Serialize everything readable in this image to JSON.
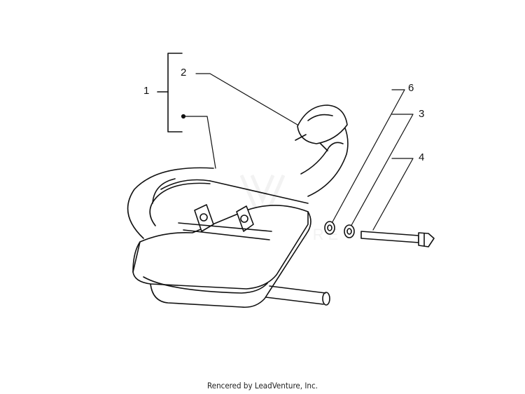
{
  "callouts": {
    "c1": "1",
    "c2": "2",
    "c3": "3",
    "c4": "4",
    "c6": "6"
  },
  "footer": {
    "credit": "Rencered by LeadVenture, Inc."
  },
  "watermark": {
    "text": "LEADVENTURE",
    "color": "#888888"
  },
  "colors": {
    "line": "#111111",
    "background": "#ffffff"
  }
}
